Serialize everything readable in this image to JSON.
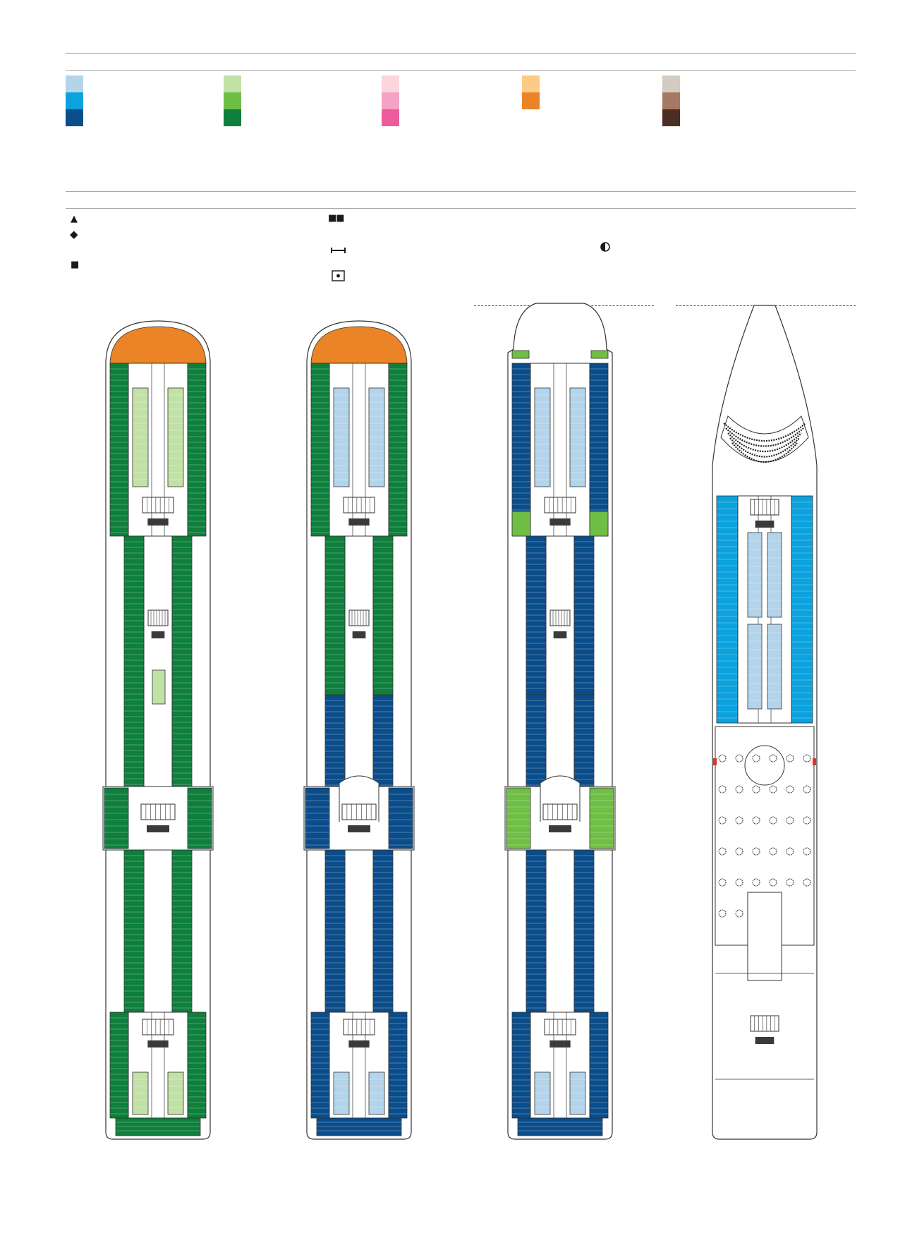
{
  "colors": {
    "light_blue": "#b3d4ea",
    "mid_blue": "#0ba2dd",
    "dark_blue": "#0a4d8a",
    "light_green": "#c2e1a6",
    "mid_green": "#6fbe45",
    "dark_green": "#0e7f3c",
    "light_pink": "#fbd5dc",
    "mid_pink": "#f4a3c2",
    "dark_pink": "#ec5c9a",
    "light_orange": "#fdcb86",
    "mid_orange": "#ea8426",
    "light_brown": "#d4cbc1",
    "mid_brown": "#a57962",
    "dark_brown": "#4d2e23",
    "ink": "#1a1a1a",
    "dashed_line": "#2e3f86"
  },
  "legend_groups": [
    {
      "swatches": [
        "light_blue",
        "mid_blue",
        "dark_blue"
      ]
    },
    {
      "swatches": [
        "light_green",
        "mid_green",
        "dark_green"
      ]
    },
    {
      "swatches": [
        "light_pink",
        "mid_pink",
        "dark_pink"
      ]
    },
    {
      "swatches": [
        "light_orange",
        "mid_orange"
      ]
    },
    {
      "swatches": [
        "light_brown",
        "mid_brown",
        "dark_brown"
      ]
    }
  ],
  "symbol_icons": [
    "triangle-icon",
    "diamond-icon",
    "square-icon",
    "double-square-icon",
    "connecting-bar-icon",
    "half-circle-icon",
    "dotted-box-icon"
  ],
  "decks": [
    {
      "name": "deck-a",
      "hull": "rounded",
      "fwd": "mid_orange",
      "main": "dark_green",
      "inner": "light_green",
      "aft": "dark_green",
      "sternInner": "light_green"
    },
    {
      "name": "deck-b",
      "hull": "rounded",
      "fwd": "mid_orange",
      "main": "dark_green",
      "inner": "light_blue",
      "aft": "dark_blue",
      "lowerMain": "dark_blue",
      "sternInner": "light_blue"
    },
    {
      "name": "deck-c",
      "hull": "pointed",
      "fwd": "mid_green",
      "main": "dark_blue",
      "inner": "light_blue",
      "aft": "dark_blue",
      "lowerMain": "dark_blue",
      "sternInner": "light_blue",
      "midAccent": "mid_green"
    },
    {
      "name": "deck-d",
      "hull": "bow",
      "main": "mid_blue",
      "inner": "light_blue"
    }
  ]
}
